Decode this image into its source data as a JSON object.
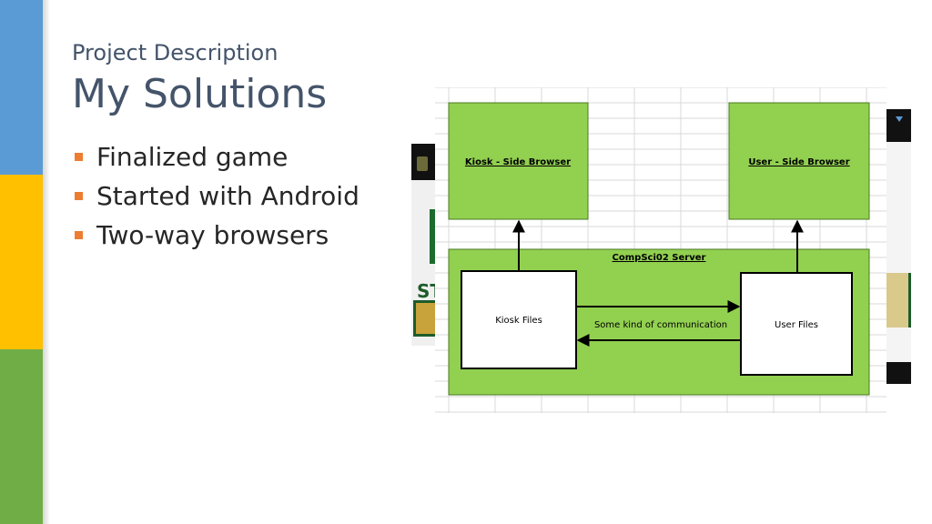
{
  "slide": {
    "subtitle": "Project Description",
    "title": "My Solutions",
    "bullets": [
      "Finalized game",
      "Started with Android",
      "Two-way browsers"
    ]
  },
  "colors": {
    "accent_blue": "#5b9bd5",
    "accent_yellow": "#ffc000",
    "accent_green": "#70ad47",
    "bullet_marker": "#ed7d31",
    "title_text": "#44546a",
    "diagram_green": "#92d050"
  },
  "diagram": {
    "server_label": "CompSci02 Server",
    "kiosk_browser_label": "Kiosk - Side Browser",
    "user_browser_label": "User - Side Browser",
    "kiosk_files_label": "Kiosk Files",
    "user_files_label": "User Files",
    "communication_label": "Some kind of communication"
  },
  "background_screenshot": {
    "letters": "ST"
  }
}
